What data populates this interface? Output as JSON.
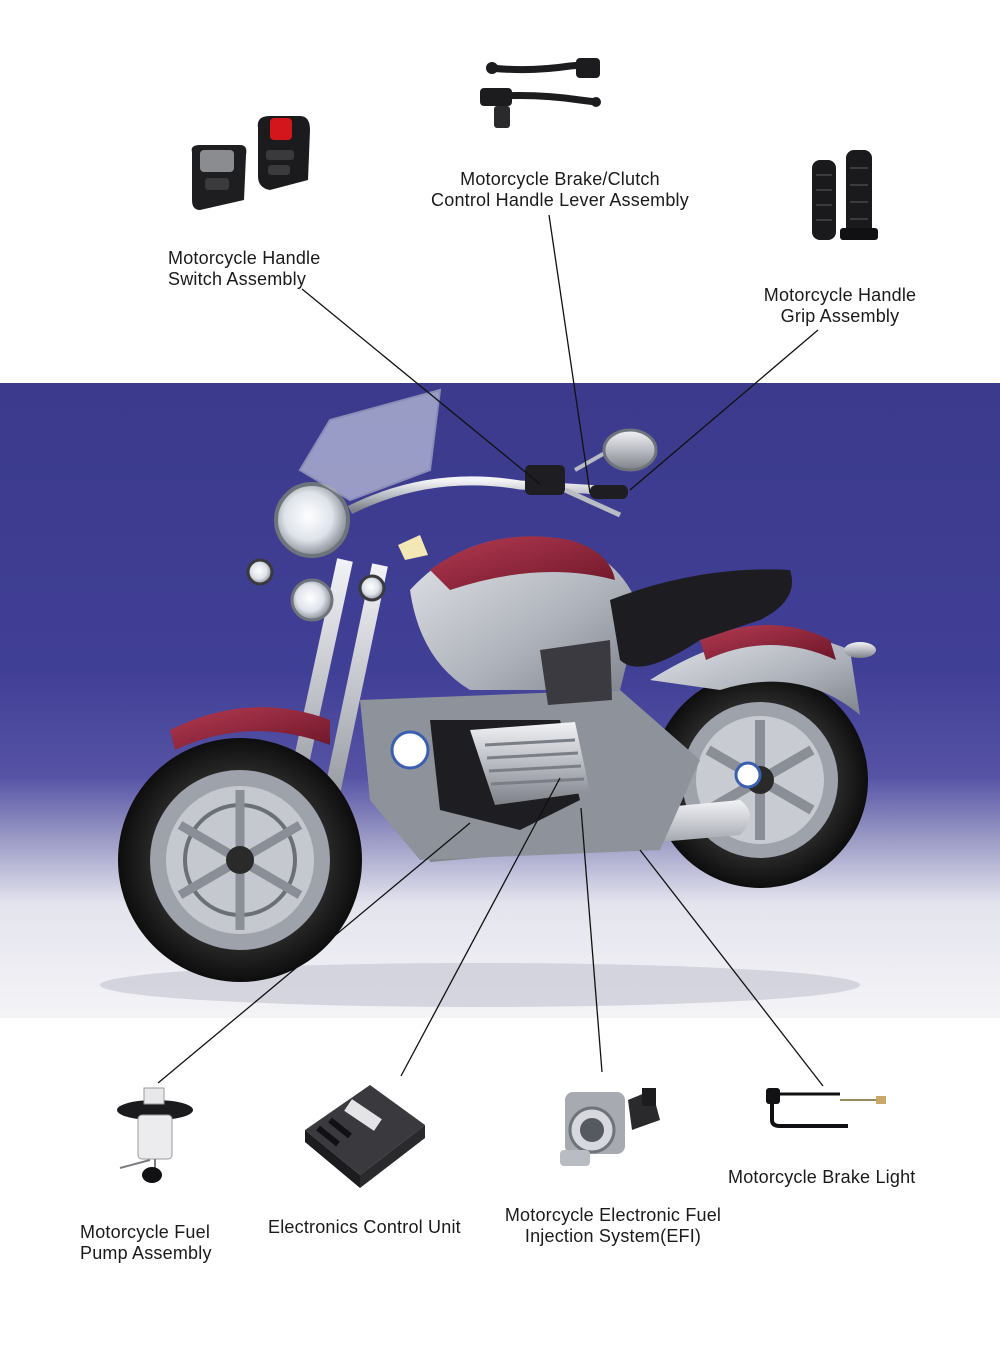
{
  "labels": {
    "switch": {
      "line1": "Motorcycle Handle",
      "line2": "Switch Assembly"
    },
    "lever": {
      "line1": "Motorcycle Brake/Clutch",
      "line2": "Control Handle Lever Assembly"
    },
    "grip": {
      "line1": "Motorcycle Handle",
      "line2": "Grip Assembly"
    },
    "fuel_pump": {
      "line1": "Motorcycle Fuel",
      "line2": "Pump Assembly"
    },
    "ecu": {
      "line1": "Electronics Control Unit"
    },
    "efi": {
      "line1": "Motorcycle Electronic Fuel",
      "line2": "Injection System(EFI)"
    },
    "brake_light": {
      "line1": "Motorcycle Brake Light"
    }
  },
  "colors": {
    "backdrop": "#3f3e93",
    "tank_red": "#8e2338",
    "chrome": "#c9ccd2",
    "part_black": "#1c1c1e",
    "switch_red": "#d3161b",
    "leader_line": "#111111"
  },
  "icons": [
    "handle-switch-icon",
    "lever-icon",
    "grip-icon",
    "motorcycle-icon",
    "fuel-pump-icon",
    "ecu-icon",
    "efi-throttle-icon",
    "brake-light-switch-icon"
  ]
}
